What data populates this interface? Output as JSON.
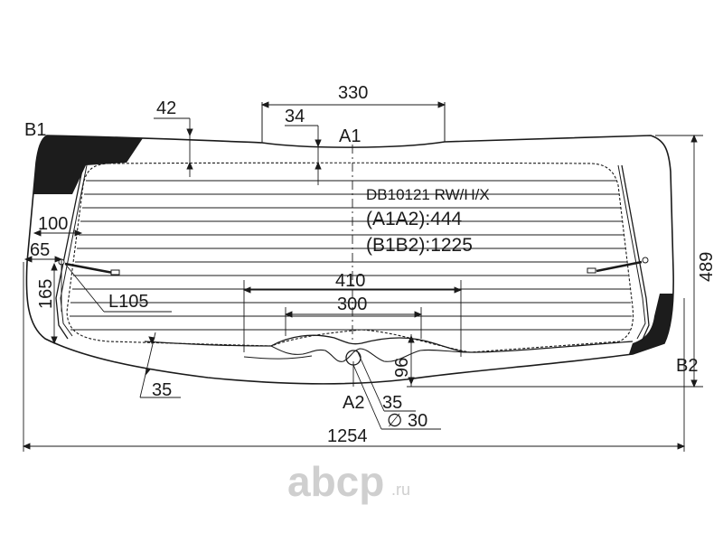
{
  "labels": {
    "b1": "B1",
    "a1": "A1",
    "a2": "A2",
    "b2": "B2"
  },
  "info": {
    "code": "DB10121 RW/H/X",
    "a1a2": "(A1A2):444",
    "b1b2": "(B1B2):1225"
  },
  "dimensions": {
    "top_width": "330",
    "notch_left": "42",
    "notch_center": "34",
    "left_100": "100",
    "left_65": "65",
    "left_165": "165",
    "l105": "L105",
    "w410": "410",
    "w300": "300",
    "bottom_35": "35",
    "d96": "96",
    "a2_35": "35",
    "hole_dia": "∅ 30",
    "height": "489",
    "total_width": "1254"
  },
  "watermark": {
    "brand": "abcp",
    "tld": ".ru"
  },
  "colors": {
    "line": "#1a1a1a",
    "dark_fill": "#1c1c1c",
    "watermark": "#cfcfcf"
  }
}
